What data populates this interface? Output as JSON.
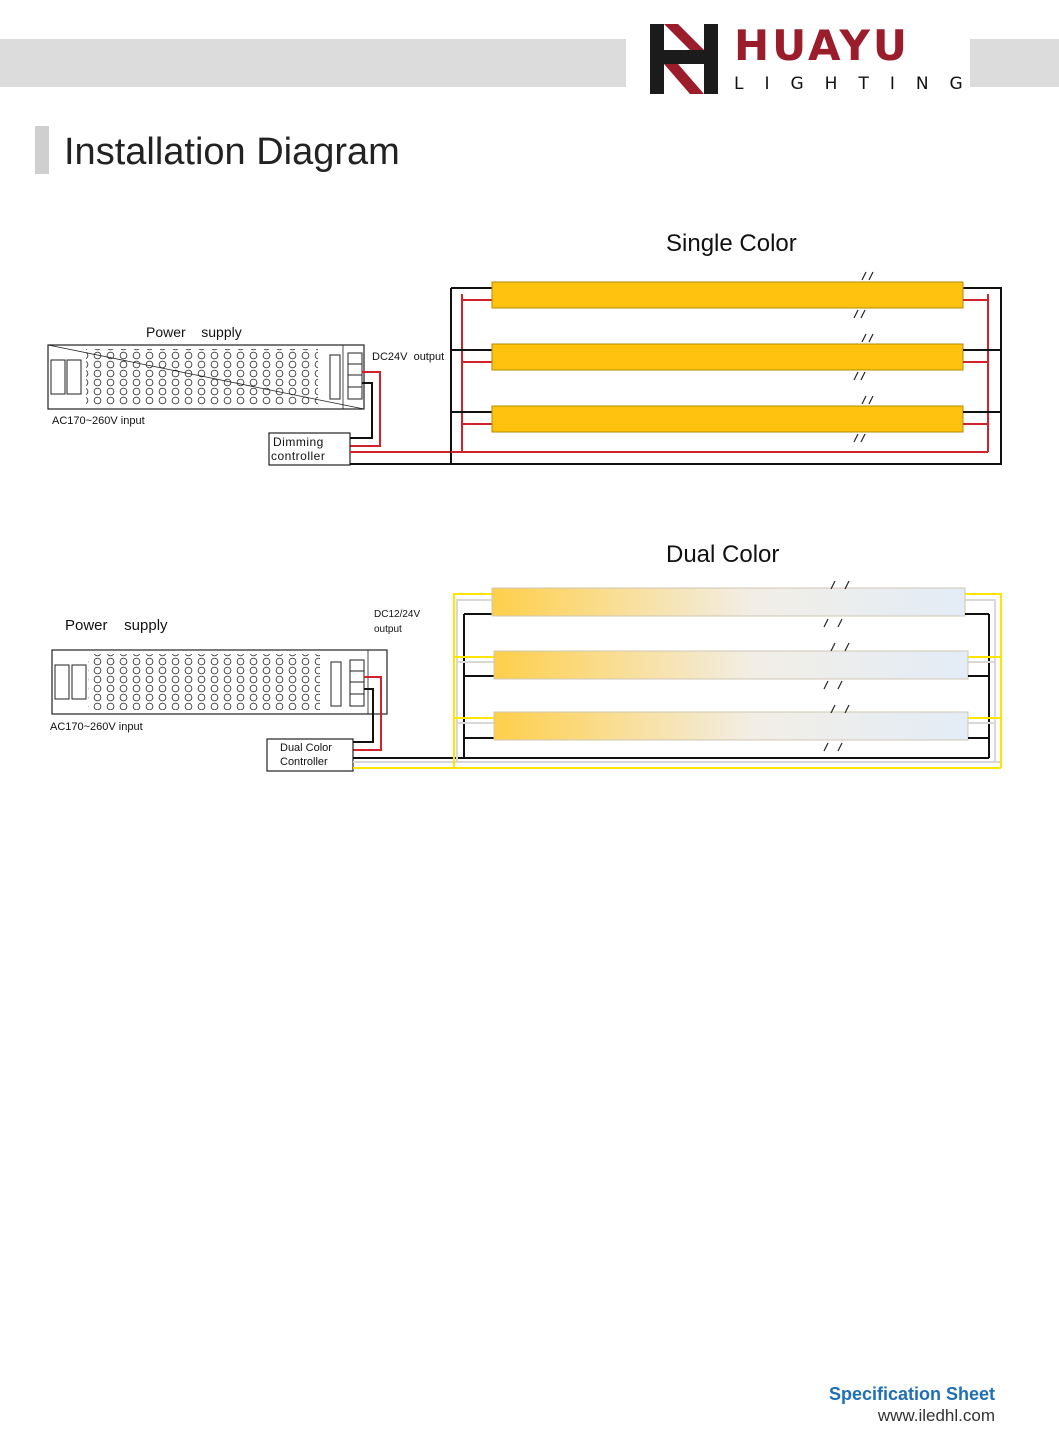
{
  "header": {
    "brand_name": "HUAYU",
    "brand_sub": "LIGHTING",
    "logo_icon": "hl-monogram-icon",
    "brand_color": "#9b1c2a"
  },
  "page_title": "Installation Diagram",
  "single_color": {
    "title": "Single Color",
    "power_supply_label": "Power    supply",
    "input_label": "AC170~260V input",
    "output_label": "DC24V  output",
    "controller_label_line1": "Dimming",
    "controller_label_line2": "controller",
    "strip_color": "#ffc20e"
  },
  "dual_color": {
    "title": "Dual Color",
    "power_supply_label": "Power    supply",
    "input_label": "AC170~260V input",
    "output_label_line1": "DC12/24V",
    "output_label_line2": "output",
    "controller_label_line1": "Dual Color",
    "controller_label_line2": "Controller",
    "strip_warm_color": "#ffcf4a",
    "strip_cool_color": "#e3ecf7"
  },
  "wire_colors": {
    "red": "#d2232a",
    "black": "#111111",
    "yellow": "#ffe500",
    "white": "#d8d8d8"
  },
  "footer": {
    "title": "Specification Sheet",
    "url": "www.iledhl.com"
  }
}
